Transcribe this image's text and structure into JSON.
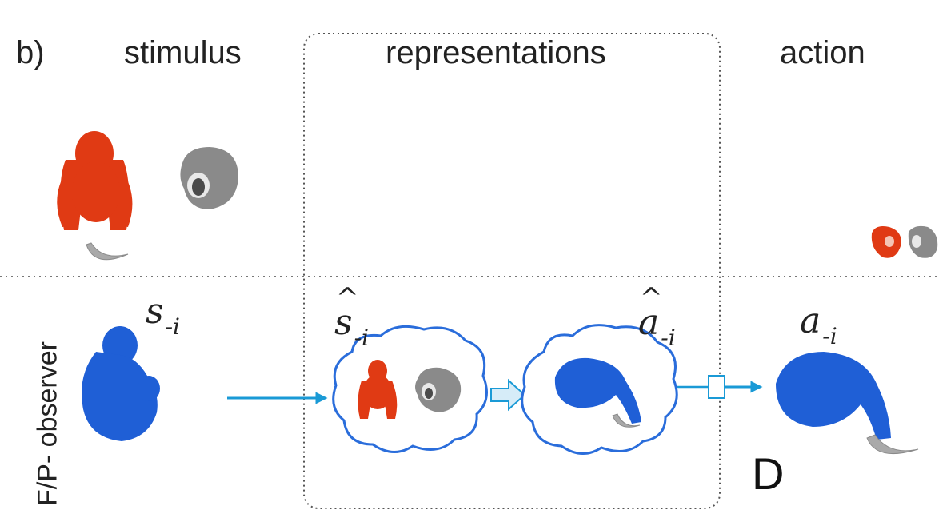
{
  "panel_label": "b)",
  "headers": {
    "stimulus": "stimulus",
    "representations": "representations",
    "action": "action"
  },
  "row_label": "F/P- observer",
  "symbols": {
    "s": {
      "base": "s",
      "sub": "-i"
    },
    "s_hat": {
      "base": "s",
      "sub": "-i"
    },
    "a_hat": {
      "base": "a",
      "sub": "-i"
    },
    "a": {
      "base": "a",
      "sub": "-i"
    }
  },
  "marker_letter": "D",
  "colors": {
    "chimp_red": "#e03a14",
    "gorilla_gray": "#8a8a8a",
    "observer_blue": "#1f5fd6",
    "arrow_blue": "#1a9ad6",
    "cloud_stroke": "#2a6ddb",
    "banana_gray": "#a9a9a9",
    "dotted_line": "#777777"
  }
}
